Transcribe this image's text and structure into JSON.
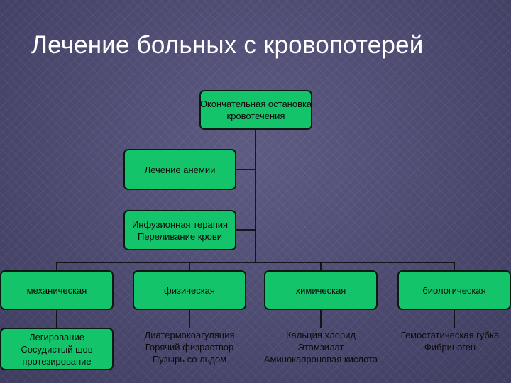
{
  "title": "Лечение больных с кровопотерей",
  "boxes": {
    "final_stop": [
      "Окончательная остановка",
      "кровотечения"
    ],
    "anemia": "Лечение анемии",
    "infusion": [
      "Инфузионная терапия",
      "Переливание крови"
    ]
  },
  "methods": [
    "механическая",
    "физическая",
    "химическая",
    "биологическая"
  ],
  "details": {
    "mechanical": [
      "Легирование",
      "Сосудистый шов",
      "протезирование"
    ],
    "physical": [
      "Диатермокоагуляция",
      "Горячий физраствор",
      "Пузырь со льдом"
    ],
    "chemical": [
      "Кальция хлорид",
      "Этамзилат",
      "Аминокапроновая кислота"
    ],
    "biological": [
      "Гемостатическая губка",
      "Фибриноген"
    ]
  },
  "colors": {
    "box_fill": "#13c46a",
    "box_border": "#0a1a10",
    "line": "#000000",
    "title": "#ffffff"
  }
}
